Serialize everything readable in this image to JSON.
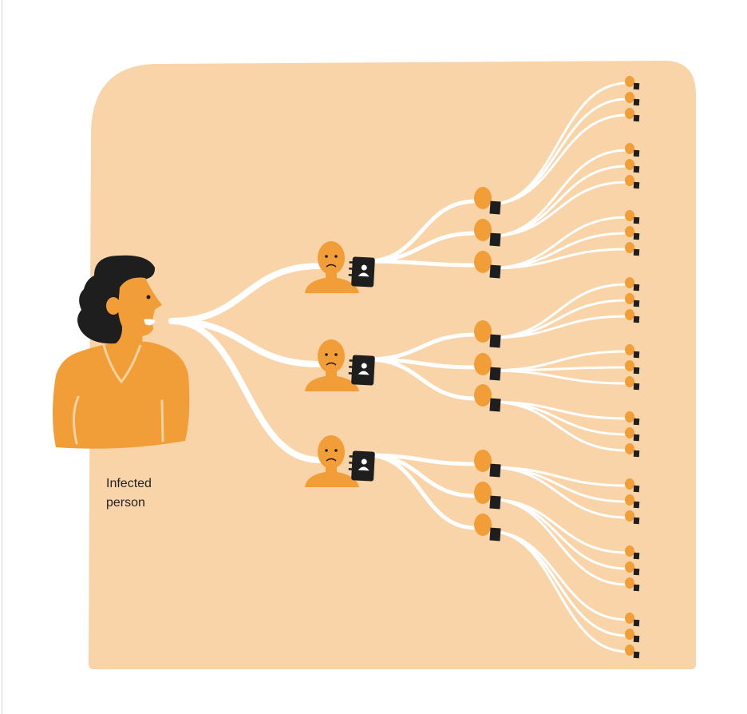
{
  "label": {
    "line1": "Infected",
    "line2": "person"
  },
  "tree": {
    "branching": 3,
    "levels": 3
  },
  "colors": {
    "panel": "#f9d4a8",
    "skin": "#f29e38",
    "dark": "#1e1e1e",
    "line": "#ffffff",
    "accent_line": "#fbd2a1"
  }
}
